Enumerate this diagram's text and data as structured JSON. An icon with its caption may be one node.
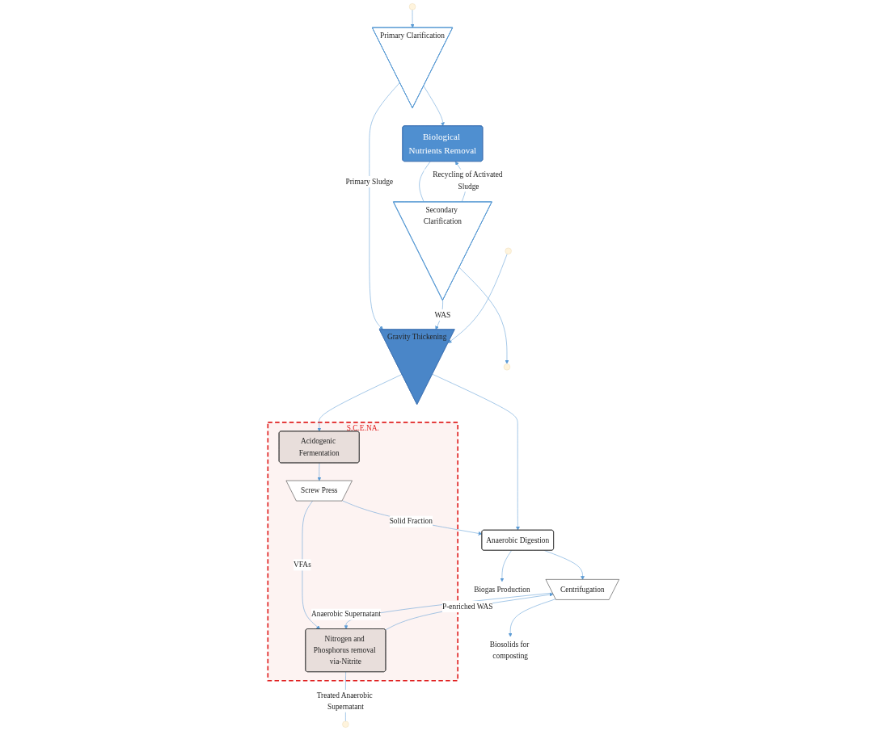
{
  "diagram": {
    "nodes": [
      {
        "text": [
          "Primary Clarification"
        ]
      },
      {
        "text": [
          "Biological Nutrients Removal"
        ]
      },
      {
        "text": [
          "Secondary Clarification"
        ]
      },
      {
        "text": [
          "Gravity Thickening"
        ]
      },
      {
        "text": [
          "S.C.E.NA."
        ]
      },
      {
        "text": [
          "Acidogenic Fermentation"
        ],
        "in": 4
      },
      {
        "text": [
          "Screw Press"
        ],
        "in": 4
      },
      {
        "text": [
          "Nitrogen and Phosphorus removal via-Nitrite"
        ],
        "in": 4
      },
      {
        "text": [
          "Anaerobic Digestion"
        ]
      },
      {
        "text": [
          "Centrifugation"
        ]
      },
      {
        "text": [
          "Biogas Production"
        ]
      },
      {
        "text": [
          "Biosolids for composting"
        ]
      }
    ],
    "edges": [
      {
        "from": null,
        "to": 0,
        "arrow": "to"
      },
      {
        "from": 0,
        "to": 1,
        "arrow": "to"
      },
      {
        "from": 1,
        "to": 2,
        "arrow": "none"
      },
      {
        "from": 2,
        "to": null,
        "arrow": "to"
      },
      {
        "from": 0,
        "to": 3,
        "label": "Primary Sludge",
        "arrow": "to"
      },
      {
        "from": 2,
        "to": 1,
        "label": "Recycling of Activated Sludge",
        "arrow": "to"
      },
      {
        "from": 2,
        "to": 3,
        "label": "WAS",
        "arrow": "to"
      },
      {
        "from": null,
        "to": 3,
        "arrow": "to"
      },
      {
        "from": 3,
        "to": 5,
        "arrow": "to"
      },
      {
        "from": 3,
        "to": 8,
        "arrow": "to"
      },
      {
        "from": 5,
        "to": 6,
        "arrow": "to"
      },
      {
        "from": 6,
        "to": 8,
        "label": "Solid Fraction",
        "arrow": "to"
      },
      {
        "from": 6,
        "to": 7,
        "label": "VFAs",
        "arrow": "to"
      },
      {
        "from": 7,
        "to": 9,
        "label": "P-enriched WAS",
        "arrow": "to"
      },
      {
        "from": 8,
        "to": 9,
        "arrow": "to"
      },
      {
        "from": 8,
        "to": 10,
        "arrow": "to"
      },
      {
        "from": 9,
        "to": 11,
        "arrow": "to"
      },
      {
        "from": 9,
        "to": 7,
        "label": "Anaerobic Supernatant",
        "arrow": "to"
      },
      {
        "from": 7,
        "to": null,
        "label": "Treated Anaerobic Supernatant",
        "arrow": "none"
      }
    ]
  }
}
